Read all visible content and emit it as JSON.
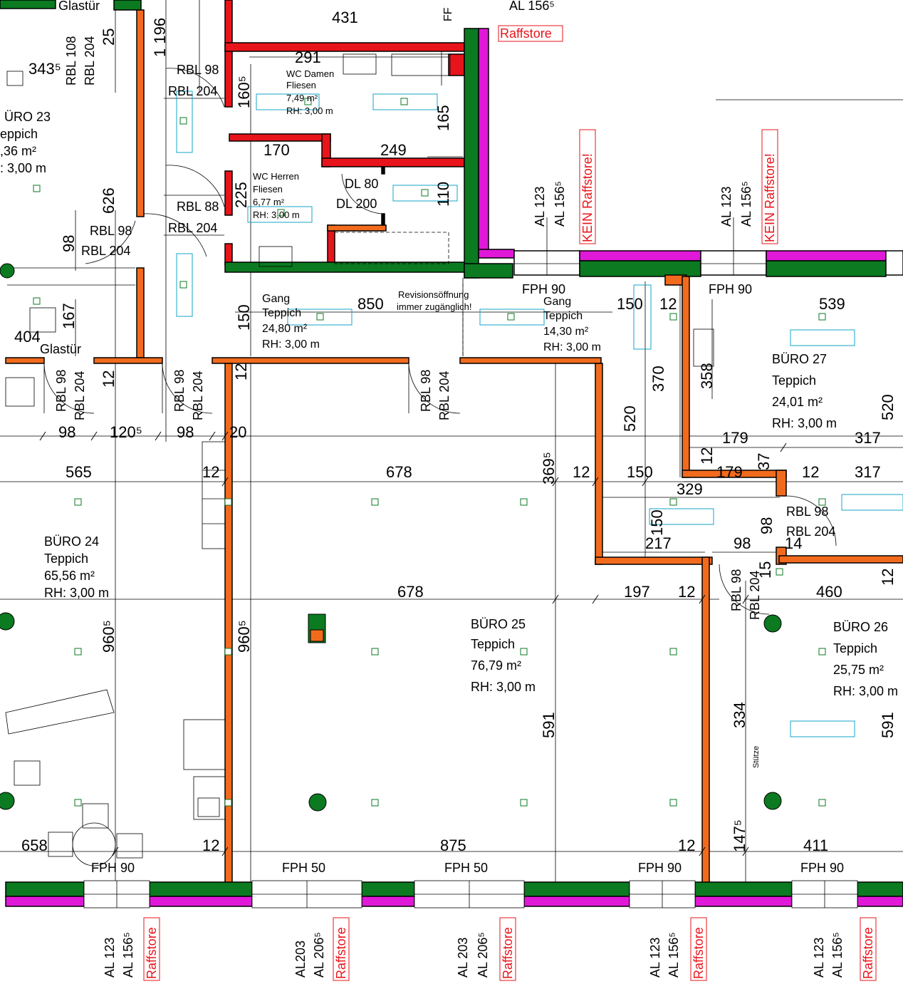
{
  "rooms": {
    "buero23": {
      "name": "ÜRO 23",
      "floor": "eppich",
      "area": ",36 m²",
      "height": ": 3,00 m"
    },
    "wc_damen": {
      "name": "WC Damen",
      "floor": "Fliesen",
      "area": "7,49 m²",
      "height": "RH: 3,00 m"
    },
    "wc_herren": {
      "name": "WC Herren",
      "floor": "Fliesen",
      "area": "6,77 m²",
      "height": "RH: 3,00 m"
    },
    "gang1": {
      "name": "Gang",
      "floor": "Teppich",
      "area": "24,80 m²",
      "height": "RH: 3,00 m"
    },
    "gang2": {
      "name": "Gang",
      "floor": "Teppich",
      "area": "14,30 m²",
      "height": "RH: 3,00 m"
    },
    "buero27": {
      "name": "BÜRO 27",
      "floor": "Teppich",
      "area": "24,01 m²",
      "height": "RH: 3,00 m"
    },
    "buero24": {
      "name": "BÜRO 24",
      "floor": "Teppich",
      "area": "65,56 m²",
      "height": "RH: 3,00 m"
    },
    "buero25": {
      "name": "BÜRO 25",
      "floor": "Teppich",
      "area": "76,79 m²",
      "height": "RH: 3,00 m"
    },
    "buero26": {
      "name": "BÜRO 26",
      "floor": "Teppich",
      "area": "25,75 m²",
      "height": "RH: 3,00 m"
    }
  },
  "notes": {
    "glastuer_top": "Glastür",
    "glastuer": "Glastür",
    "revision_1": "Revisionsöffnung",
    "revision_2": "immer zugänglich!",
    "stuetze": "Stütze",
    "raffstore_top": "Raffstore",
    "kein_raffstore_1": "KEIN Raffstore!",
    "kein_raffstore_2": "KEIN Raffstore!",
    "al156_top": "AL 156⁵",
    "ff_top": "FF"
  },
  "doors": {
    "rbl98": "RBL 98",
    "rbl204": "RBL 204",
    "rbl88": "RBL 88",
    "dl80": "DL 80",
    "dl200": "DL 200"
  },
  "windows": {
    "fph90": "FPH 90",
    "fph50": "FPH 50",
    "al123": "AL 123",
    "al156": "AL 156⁵",
    "al203": "AL 203",
    "al203b": "AL203",
    "al206": "AL 206⁵",
    "raffstore": "Raffstore"
  },
  "dims": {
    "d431": "431",
    "d291": "291",
    "d249": "249",
    "d170": "170",
    "d1605": "160⁵",
    "d165": "165",
    "d225": "225",
    "d110": "110",
    "d3435": "343⁵",
    "d108": "RBL 108",
    "d204a": "RBL 204",
    "d25": "25",
    "d1196": "1 196",
    "d626": "626",
    "d98": "98",
    "d167": "167",
    "d404": "404",
    "d150": "150",
    "d850": "850",
    "d12": "12",
    "d539": "539",
    "d370": "370",
    "d358": "358",
    "d520": "520",
    "d179": "179",
    "d317": "317",
    "d37": "37",
    "d1205": "120⁵",
    "d20": "20",
    "d565": "565",
    "d678": "678",
    "d3695": "369⁵",
    "d329": "329",
    "d217": "217",
    "d14": "14",
    "d15": "15",
    "d197": "197",
    "d460": "460",
    "d9605": "960⁵",
    "d591": "591",
    "d334": "334",
    "d658": "658",
    "d875": "875",
    "d1475": "147⁵",
    "d411": "411"
  }
}
